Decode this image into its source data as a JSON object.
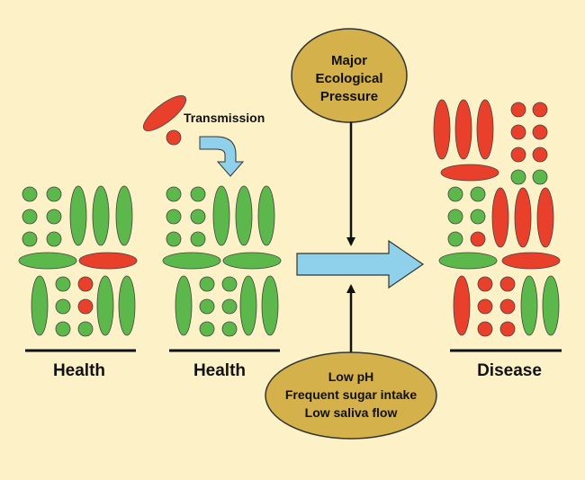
{
  "labels": {
    "health_1": "Health",
    "health_2": "Health",
    "disease": "Disease",
    "transmission": "Transmission"
  },
  "pressure_box": {
    "lines": [
      "Major",
      "Ecological",
      "Pressure"
    ]
  },
  "factors_box": {
    "lines": [
      "Low pH",
      "Frequent sugar intake",
      "Low saliva flow"
    ]
  },
  "colors": {
    "background": "#fdf1c8",
    "healthy_bacteria": "#5cb84a",
    "pathogenic_bacteria": "#e8402a",
    "arrow_fill": "#8fd1ea",
    "bubble_fill": "#d4b14a"
  }
}
